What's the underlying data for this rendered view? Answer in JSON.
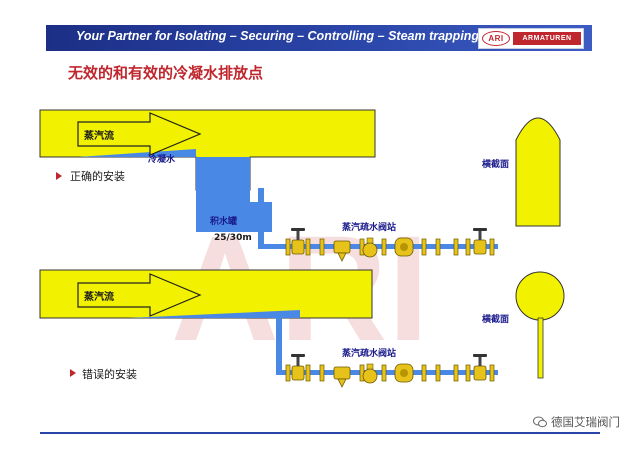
{
  "header": {
    "tagline": "Your Partner for Isolating – Securing – Controlling – Steam trapping",
    "logo_mark_text": "ARI",
    "logo_text": "ARMATUREN",
    "background_color": "#1c2f86",
    "logo_color": "#c0262d"
  },
  "title": "无效的和有效的冷凝水排放点",
  "diagram_top": {
    "steam_label": "蒸汽流",
    "condensate_label": "冷凝水",
    "install_label": "正确的安装",
    "collector_label": "积水罐",
    "collector_size": "25/30m",
    "trap_station_label": "蒸汽疏水阀站",
    "cross_section_label": "横截面"
  },
  "diagram_bottom": {
    "steam_label": "蒸汽流",
    "install_label": "错误的安装",
    "trap_station_label": "蒸汽疏水阀站",
    "cross_section_label": "横截面"
  },
  "colors": {
    "pipe": "#f2f200",
    "pipe_outline": "#333333",
    "water": "#4a88e6",
    "title": "#c0262d",
    "bullet": "#c0262d",
    "label_text": "#1a1a8c",
    "valve": "#e6c21a"
  },
  "icons": [
    "right-triangle-bullet-icon",
    "wechat-icon"
  ],
  "watermark_text": "ARI",
  "footer": {
    "wechat_account": "德国艾瑞阀门"
  }
}
